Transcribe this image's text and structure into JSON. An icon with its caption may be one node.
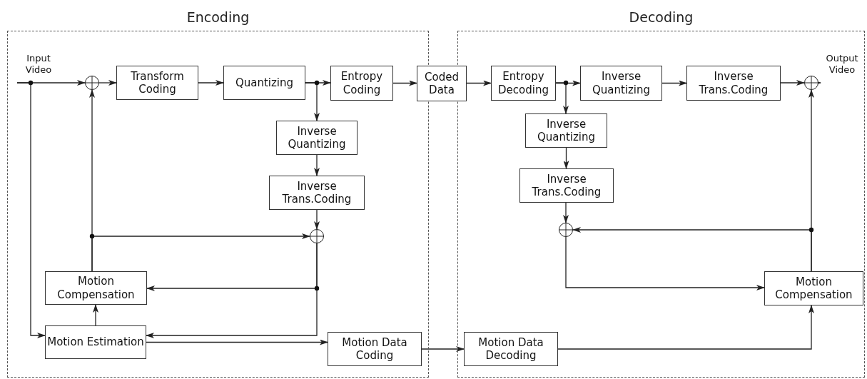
{
  "diagram": {
    "nodes": [
      {
        "text": [
          "Encoding"
        ]
      },
      {
        "text": [
          "Decoding"
        ]
      },
      {
        "text": [
          "Input Video"
        ],
        "in": 0
      },
      {
        "text": [],
        "shape": "circle",
        "in": 0
      },
      {
        "text": [
          "Transform Coding"
        ],
        "in": 0
      },
      {
        "text": [
          "Quantizing"
        ],
        "in": 0
      },
      {
        "text": [
          "Entropy Coding"
        ],
        "in": 0
      },
      {
        "text": [
          "Coded Data"
        ]
      },
      {
        "text": [
          "Inverse Quantizing"
        ],
        "in": 0
      },
      {
        "text": [
          "Inverse Trans.Coding"
        ],
        "in": 0
      },
      {
        "text": [],
        "shape": "circle",
        "in": 0
      },
      {
        "text": [
          "Motion Compensation"
        ],
        "in": 0
      },
      {
        "text": [
          "Motion Estimation"
        ],
        "in": 0
      },
      {
        "text": [
          "Motion Data Coding"
        ],
        "in": 0
      },
      {
        "text": [
          "Entropy Decoding"
        ],
        "in": 1
      },
      {
        "text": [
          "Inverse Quantizing"
        ],
        "in": 1
      },
      {
        "text": [
          "Inverse Trans.Coding"
        ],
        "in": 1
      },
      {
        "text": [],
        "shape": "circle",
        "in": 1
      },
      {
        "text": [
          "Output Video"
        ],
        "in": 1
      },
      {
        "text": [
          "Inverse Quantizing"
        ],
        "in": 1
      },
      {
        "text": [
          "Inverse Trans.Coding"
        ],
        "in": 1
      },
      {
        "text": [],
        "shape": "circle",
        "in": 1
      },
      {
        "text": [
          "Motion Compensation"
        ],
        "in": 1
      },
      {
        "text": [
          "Motion Data Decoding"
        ],
        "in": 1
      }
    ],
    "edges": [
      {
        "from": 2,
        "to": 3,
        "arrow": "to"
      },
      {
        "from": 2,
        "to": 12,
        "arrow": "to"
      },
      {
        "from": 3,
        "to": 4,
        "arrow": "to"
      },
      {
        "from": 4,
        "to": 5,
        "arrow": "to"
      },
      {
        "from": 5,
        "to": 6,
        "arrow": "to"
      },
      {
        "from": 5,
        "to": 8,
        "arrow": "to"
      },
      {
        "from": 6,
        "to": 7,
        "arrow": "to"
      },
      {
        "from": 8,
        "to": 9,
        "arrow": "to"
      },
      {
        "from": 9,
        "to": 10,
        "arrow": "to"
      },
      {
        "from": 11,
        "to": 3,
        "arrow": "to"
      },
      {
        "from": 11,
        "to": 10,
        "arrow": "to"
      },
      {
        "from": 10,
        "to": 11,
        "arrow": "to"
      },
      {
        "from": 10,
        "to": 12,
        "arrow": "to"
      },
      {
        "from": 12,
        "to": 11,
        "arrow": "to"
      },
      {
        "from": 12,
        "to": 13,
        "arrow": "to"
      },
      {
        "from": 13,
        "to": 23,
        "arrow": "to"
      },
      {
        "from": 7,
        "to": 14,
        "arrow": "to"
      },
      {
        "from": 14,
        "to": 15,
        "arrow": "to"
      },
      {
        "from": 14,
        "to": 19,
        "arrow": "to"
      },
      {
        "from": 15,
        "to": 16,
        "arrow": "to"
      },
      {
        "from": 16,
        "to": 17,
        "arrow": "to"
      },
      {
        "from": 17,
        "to": 18,
        "arrow": "to"
      },
      {
        "from": 19,
        "to": 20,
        "arrow": "to"
      },
      {
        "from": 20,
        "to": 21,
        "arrow": "to"
      },
      {
        "from": 22,
        "to": 17,
        "arrow": "to"
      },
      {
        "from": 22,
        "to": 21,
        "arrow": "to"
      },
      {
        "from": 21,
        "to": 22,
        "arrow": "to"
      },
      {
        "from": 23,
        "to": 22,
        "arrow": "to"
      }
    ]
  }
}
